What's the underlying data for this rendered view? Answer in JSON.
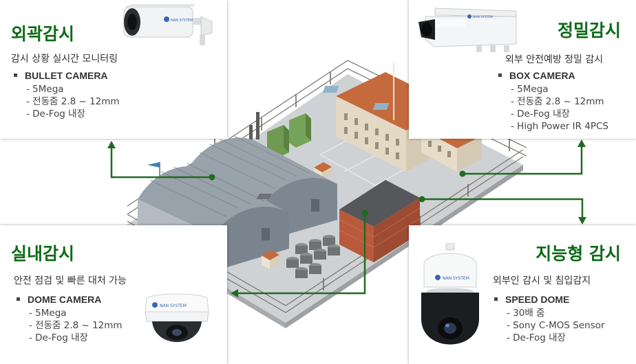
{
  "panels": {
    "perimeter": {
      "title": "외곽감시",
      "subtitle": "감시 상황 실시간 모니터링",
      "product": "BULLET CAMERA",
      "specs": [
        "- 5Mega",
        "- 전동줌 2.8 ~ 12mm",
        "- De-Fog 내장"
      ]
    },
    "precision": {
      "title": "정밀감시",
      "subtitle": "외부 안전예방 정밀 감시",
      "product": "BOX CAMERA",
      "specs": [
        "- 5Mega",
        "- 전동줌 2.8 ~ 12mm",
        "- De-Fog 내장",
        "- High Power IR 4PCS"
      ]
    },
    "indoor": {
      "title": "실내감시",
      "subtitle": "안전 점검 및 빠른 대처 가능",
      "product": "DOME CAMERA",
      "specs": [
        "- 5Mega",
        "- 전동줌 2.8 ~ 12mm",
        "- De-Fog 내장"
      ]
    },
    "intelligent": {
      "title": "지능형 감시",
      "subtitle": "외부인 감시 및 침입감지",
      "product": "SPEED DOME",
      "specs": [
        "- 30배 줌",
        "- Sony C-MOS Sensor",
        "- De-Fog 내장"
      ]
    }
  },
  "brand_label": "NAN SYSTEM",
  "colors": {
    "title_green": "#0e6b16",
    "connector_green": "#1f6b1f",
    "roof_orange": "#c96a3a",
    "hangar_gray": "#8e98a3"
  }
}
